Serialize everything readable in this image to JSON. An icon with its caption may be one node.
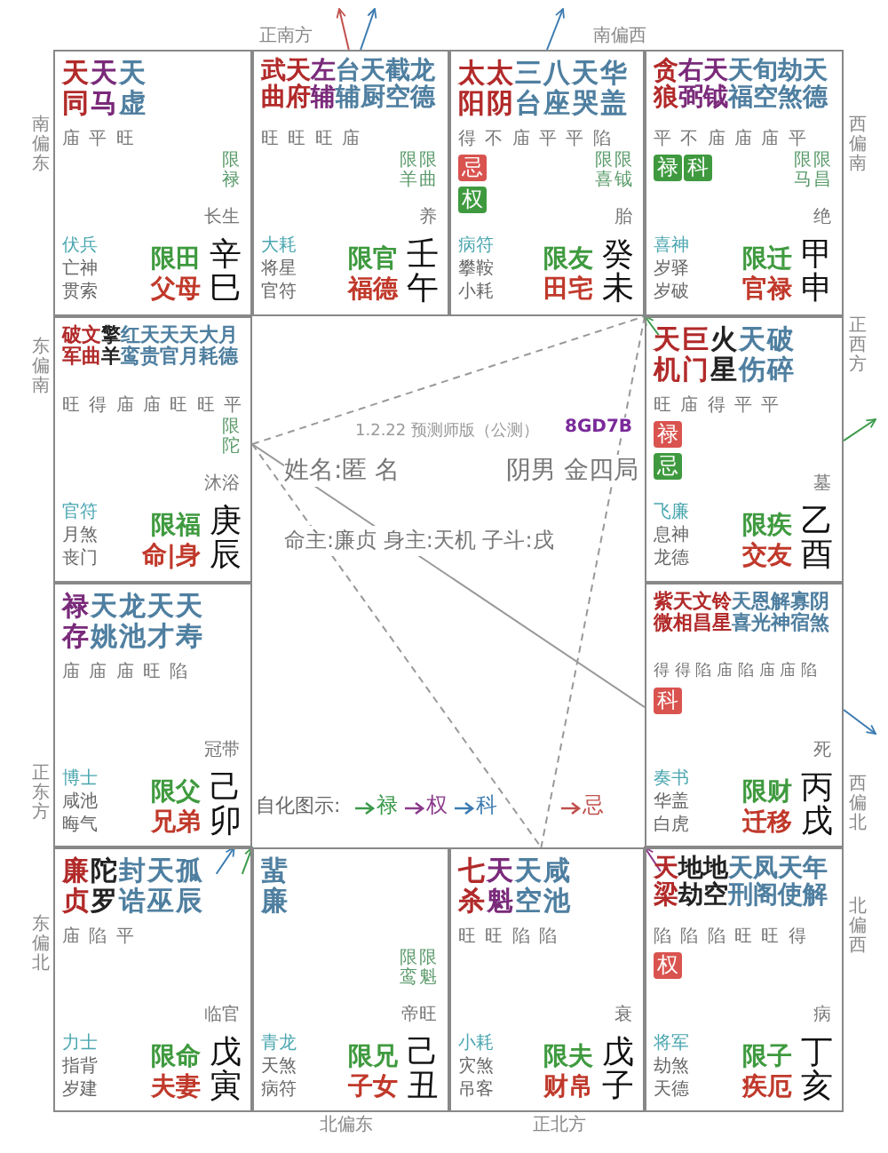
{
  "diagram": {
    "nodes": [
      {
        "text": [
          "天同",
          "天马",
          "天虚",
          "庙 平 旺",
          "限禄",
          "长生",
          "伏兵",
          "亡神",
          "贯索",
          "限田",
          "父母",
          "辛巳"
        ]
      },
      {
        "text": [
          "武曲",
          "天府",
          "左辅",
          "台辅",
          "天厨",
          "截空",
          "龙德",
          "旺 旺 旺 庙",
          "限羊",
          "限曲",
          "养",
          "大耗",
          "将星",
          "官符",
          "限官",
          "福德",
          "壬午"
        ]
      },
      {
        "text": [
          "太阳",
          "太阴",
          "三台",
          "八座",
          "天哭",
          "华盖",
          "得 不 庙 平 平 陷",
          "忌",
          "权",
          "限喜",
          "限钺",
          "胎",
          "病符",
          "攀鞍",
          "小耗",
          "限友",
          "田宅",
          "癸未"
        ]
      },
      {
        "text": [
          "贪狼",
          "右弼",
          "天钺",
          "天福",
          "旬空",
          "劫煞",
          "天德",
          "平 不 庙 庙 庙 平",
          "禄",
          "科",
          "限马",
          "限昌",
          "绝",
          "喜神",
          "岁驿",
          "岁破",
          "限迁",
          "官禄",
          "甲申"
        ]
      },
      {
        "text": [
          "破军",
          "文曲",
          "擎羊",
          "红鸾",
          "天贵",
          "天官",
          "天月",
          "大耗",
          "月德",
          "旺 得 庙 庙 旺 旺 平",
          "限陀",
          "沐浴",
          "官符",
          "月煞",
          "丧门",
          "限福",
          "命|身",
          "庚辰"
        ]
      },
      {
        "text": [
          "天机",
          "巨门",
          "火星",
          "天伤",
          "破碎",
          "旺 庙 得 平 平",
          "禄",
          "忌",
          "墓",
          "飞廉",
          "息神",
          "龙德",
          "限疾",
          "交友",
          "乙酉"
        ]
      },
      {
        "text": [
          "禄存",
          "天姚",
          "龙池",
          "天才",
          "天寿",
          "庙 庙 庙 旺 陷",
          "冠带",
          "博士",
          "咸池",
          "晦气",
          "限父",
          "兄弟",
          "己卯"
        ]
      },
      {
        "text": [
          "紫微",
          "天相",
          "文昌",
          "铃星",
          "天喜",
          "恩光",
          "解神",
          "寡宿",
          "阴煞",
          "得 得 陷 庙 陷 庙 庙 陷",
          "科",
          "死",
          "奏书",
          "华盖",
          "白虎",
          "限财",
          "迁移",
          "丙戌"
        ]
      },
      {
        "text": [
          "廉贞",
          "陀罗",
          "封诰",
          "天巫",
          "孤辰",
          "庙 陷 平",
          "临官",
          "力士",
          "指背",
          "岁建",
          "限命",
          "夫妻",
          "戊寅"
        ]
      },
      {
        "text": [
          "蜚廉",
          "限鸾",
          "限魁",
          "帝旺",
          "青龙",
          "天煞",
          "病符",
          "限兄",
          "子女",
          "己丑"
        ]
      },
      {
        "text": [
          "七杀",
          "天魁",
          "天空",
          "咸池",
          "旺 旺 陷 陷",
          "衰",
          "小耗",
          "灾煞",
          "吊客",
          "限夫",
          "财帛",
          "戊子"
        ]
      },
      {
        "text": [
          "天梁",
          "地劫",
          "地空",
          "天刑",
          "凤阁",
          "天使",
          "年解",
          "陷 陷 陷 旺 旺 得",
          "权",
          "病",
          "将军",
          "劫煞",
          "天德",
          "限子",
          "疾厄",
          "丁亥"
        ]
      }
    ],
    "edges": [
      {
        "from": 4,
        "to": 3,
        "arrow": "none",
        "style": "dashed",
        "color": "#999999"
      },
      {
        "from": 4,
        "to": 7,
        "arrow": "none",
        "color": "#999999"
      },
      {
        "from": 4,
        "to": 10,
        "arrow": "none",
        "style": "dashed",
        "color": "#999999"
      },
      {
        "from": 3,
        "to": 10,
        "arrow": "none",
        "style": "dashed",
        "color": "#999999"
      },
      {
        "from": 1,
        "to": null,
        "arrow": "to",
        "color": "#c0504d"
      },
      {
        "from": 1,
        "to": null,
        "arrow": "to",
        "color": "#3b7bb0"
      },
      {
        "from": 2,
        "to": null,
        "arrow": "to",
        "color": "#3b7bb0"
      },
      {
        "from": 5,
        "to": 3,
        "arrow": "to",
        "color": "#3a9a4a"
      },
      {
        "from": 5,
        "to": null,
        "arrow": "to",
        "color": "#3a9a4a"
      },
      {
        "from": 7,
        "to": null,
        "arrow": "to",
        "color": "#3b7bb0"
      },
      {
        "from": 8,
        "to": 6,
        "arrow": "to",
        "color": "#3b7bb0"
      },
      {
        "from": 8,
        "to": 6,
        "arrow": "to",
        "color": "#3a9a4a"
      },
      {
        "from": 11,
        "to": 10,
        "arrow": "to",
        "color": "#8b3a8b"
      }
    ],
    "labels": [
      "正南方",
      "南偏西",
      "南偏东",
      "西偏南",
      "东偏南",
      "正西方",
      "1.2.22 预测师版（公测）",
      "8GD7B",
      "姓名:匿 名",
      "阴男 金四局",
      "命主:廉贞 身主:天机 子斗:戌",
      "正东方",
      "西偏北",
      "自化图示:",
      "东偏北",
      "北偏西",
      "北偏东",
      "正北方"
    ],
    "legend": [
      {
        "text": "禄",
        "color": "#3a9a4a"
      },
      {
        "text": "权",
        "color": "#8b3a8b"
      },
      {
        "text": "科",
        "color": "#3b7bb0"
      },
      {
        "text": "忌",
        "color": "#c0504d"
      }
    ]
  }
}
